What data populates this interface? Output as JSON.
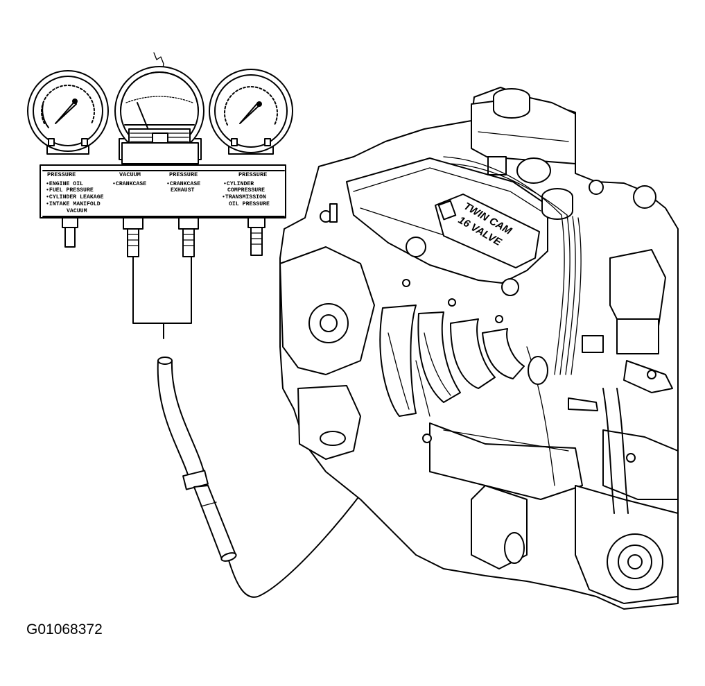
{
  "gauge_panel": {
    "headers": [
      "PRESSURE",
      "VACUUM",
      "PRESSURE",
      "PRESSURE"
    ],
    "col1": [
      "•ENGINE OIL",
      "•FUEL PRESSURE",
      "•CYLINDER LEAKAGE",
      "•INTAKE MANIFOLD",
      "VACUUM"
    ],
    "col2": [
      "•CRANKCASE"
    ],
    "col3": [
      "•CRANKCASE",
      "EXHAUST"
    ],
    "col4": [
      "•CYLINDER",
      "COMPRESSURE",
      "•TRANSMISSION",
      "OIL PRESSURE"
    ]
  },
  "valve_cover_text": [
    "TWIN CAM",
    "16 VALVE"
  ],
  "figure_id": "G01068372"
}
